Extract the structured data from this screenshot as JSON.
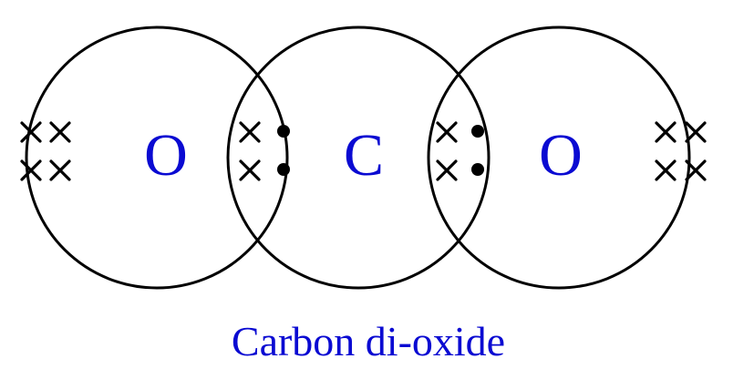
{
  "diagram": {
    "atoms": [
      {
        "symbol": "O",
        "role": "oxygen-left"
      },
      {
        "symbol": "C",
        "role": "carbon"
      },
      {
        "symbol": "O",
        "role": "oxygen-right"
      }
    ],
    "caption": "Carbon di-oxide",
    "text_color": "#0a0ad2",
    "line_color": "#000000",
    "electron_markers": {
      "oxygen_electron": "cross",
      "carbon_electron": "dot"
    }
  }
}
